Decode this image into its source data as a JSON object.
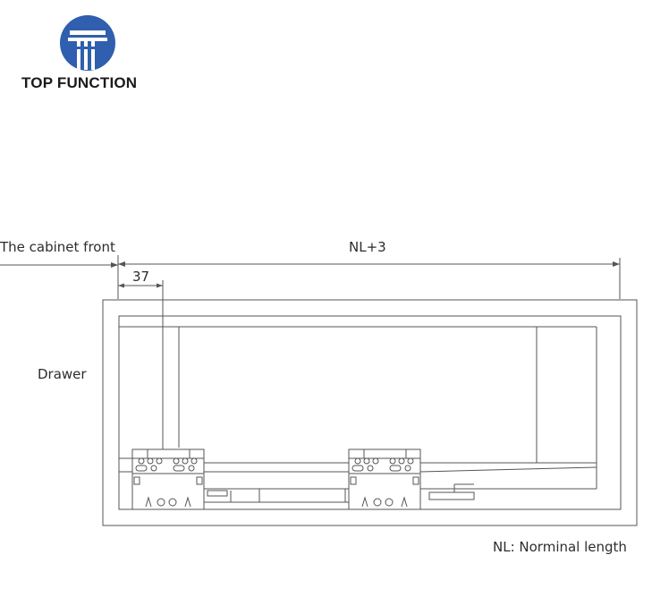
{
  "brand": {
    "name": "TOP FUNCTION",
    "color": "#2f5fae"
  },
  "labels": {
    "cabinet_front": "The cabinet front",
    "overall_dim": "NL+3",
    "offset_dim": "37",
    "drawer": "Drawer",
    "legend": "NL: Norminal length"
  }
}
